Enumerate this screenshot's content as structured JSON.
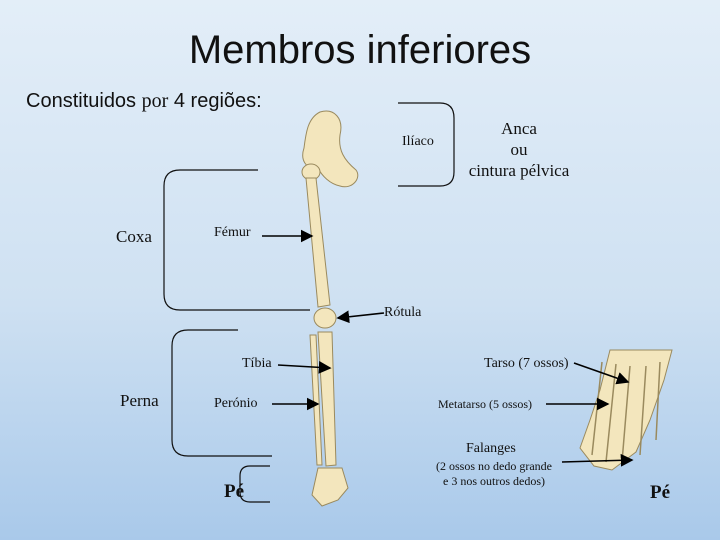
{
  "title": "Membros inferiores",
  "subtitle": {
    "part1": "Constituidos",
    "part2": "por",
    "part3": "4 regiões:"
  },
  "labels": {
    "iliaco": "Ilíaco",
    "anca": [
      "Anca",
      "ou",
      "cintura pélvica"
    ],
    "coxa": "Coxa",
    "femur": "Fémur",
    "rotula": "Rótula",
    "tibia": "Tíbia",
    "tarso": "Tarso (7 ossos)",
    "perna": "Perna",
    "peronio": "Perónio",
    "metatarso": "Metatarso (5 ossos)",
    "falanges": "Falanges",
    "falanges_note": [
      "(2 ossos no dedo grande",
      "e 3 nos outros dedos)"
    ],
    "pe_left": "Pé",
    "pe_right": "Pé"
  }
}
